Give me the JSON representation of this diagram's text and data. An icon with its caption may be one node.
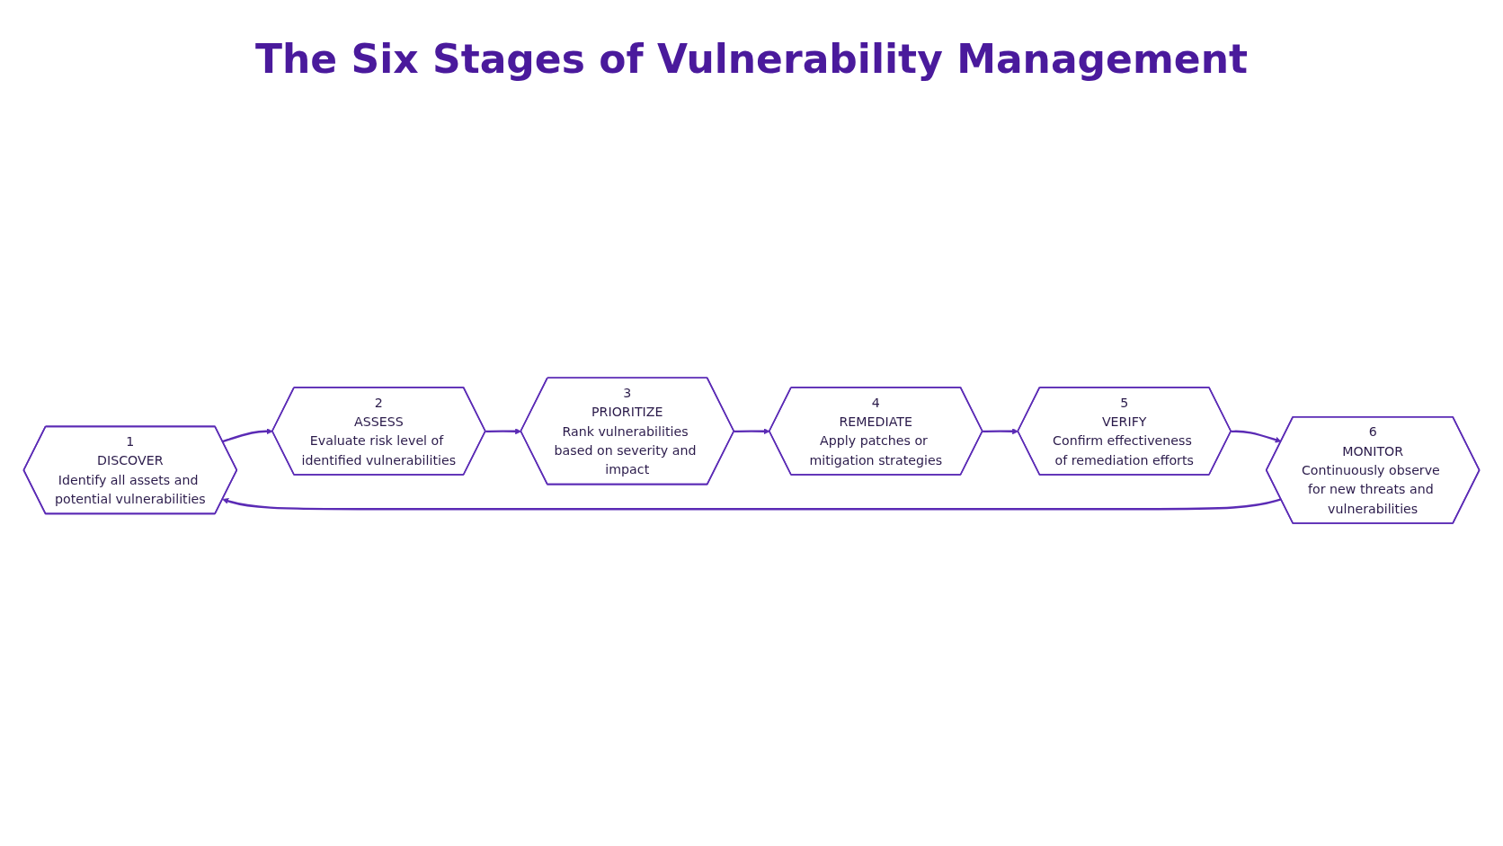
{
  "diagram": {
    "title": "The Six Stages of Vulnerability Management",
    "nodes": [
      {
        "text": [
          "1",
          "DISCOVER",
          "Identify all assets and potential vulnerabilities"
        ]
      },
      {
        "text": [
          "2",
          "ASSESS",
          "Evaluate risk level of identified vulnerabilities"
        ]
      },
      {
        "text": [
          "3",
          "PRIORITIZE",
          "Rank vulnerabilities based on severity and impact"
        ]
      },
      {
        "text": [
          "4",
          "REMEDIATE",
          "Apply patches or mitigation strategies"
        ]
      },
      {
        "text": [
          "5",
          "VERIFY",
          "Confirm effectiveness of remediation efforts"
        ]
      },
      {
        "text": [
          "6",
          "MONITOR",
          "Continuously observe for new threats and vulnerabilities"
        ]
      }
    ],
    "edges": [
      {
        "from": 0,
        "to": 1,
        "arrow": "to"
      },
      {
        "from": 1,
        "to": 2,
        "arrow": "to"
      },
      {
        "from": 2,
        "to": 3,
        "arrow": "to"
      },
      {
        "from": 3,
        "to": 4,
        "arrow": "to"
      },
      {
        "from": 4,
        "to": 5,
        "arrow": "to"
      },
      {
        "from": 5,
        "to": 0,
        "arrow": "to"
      }
    ]
  }
}
